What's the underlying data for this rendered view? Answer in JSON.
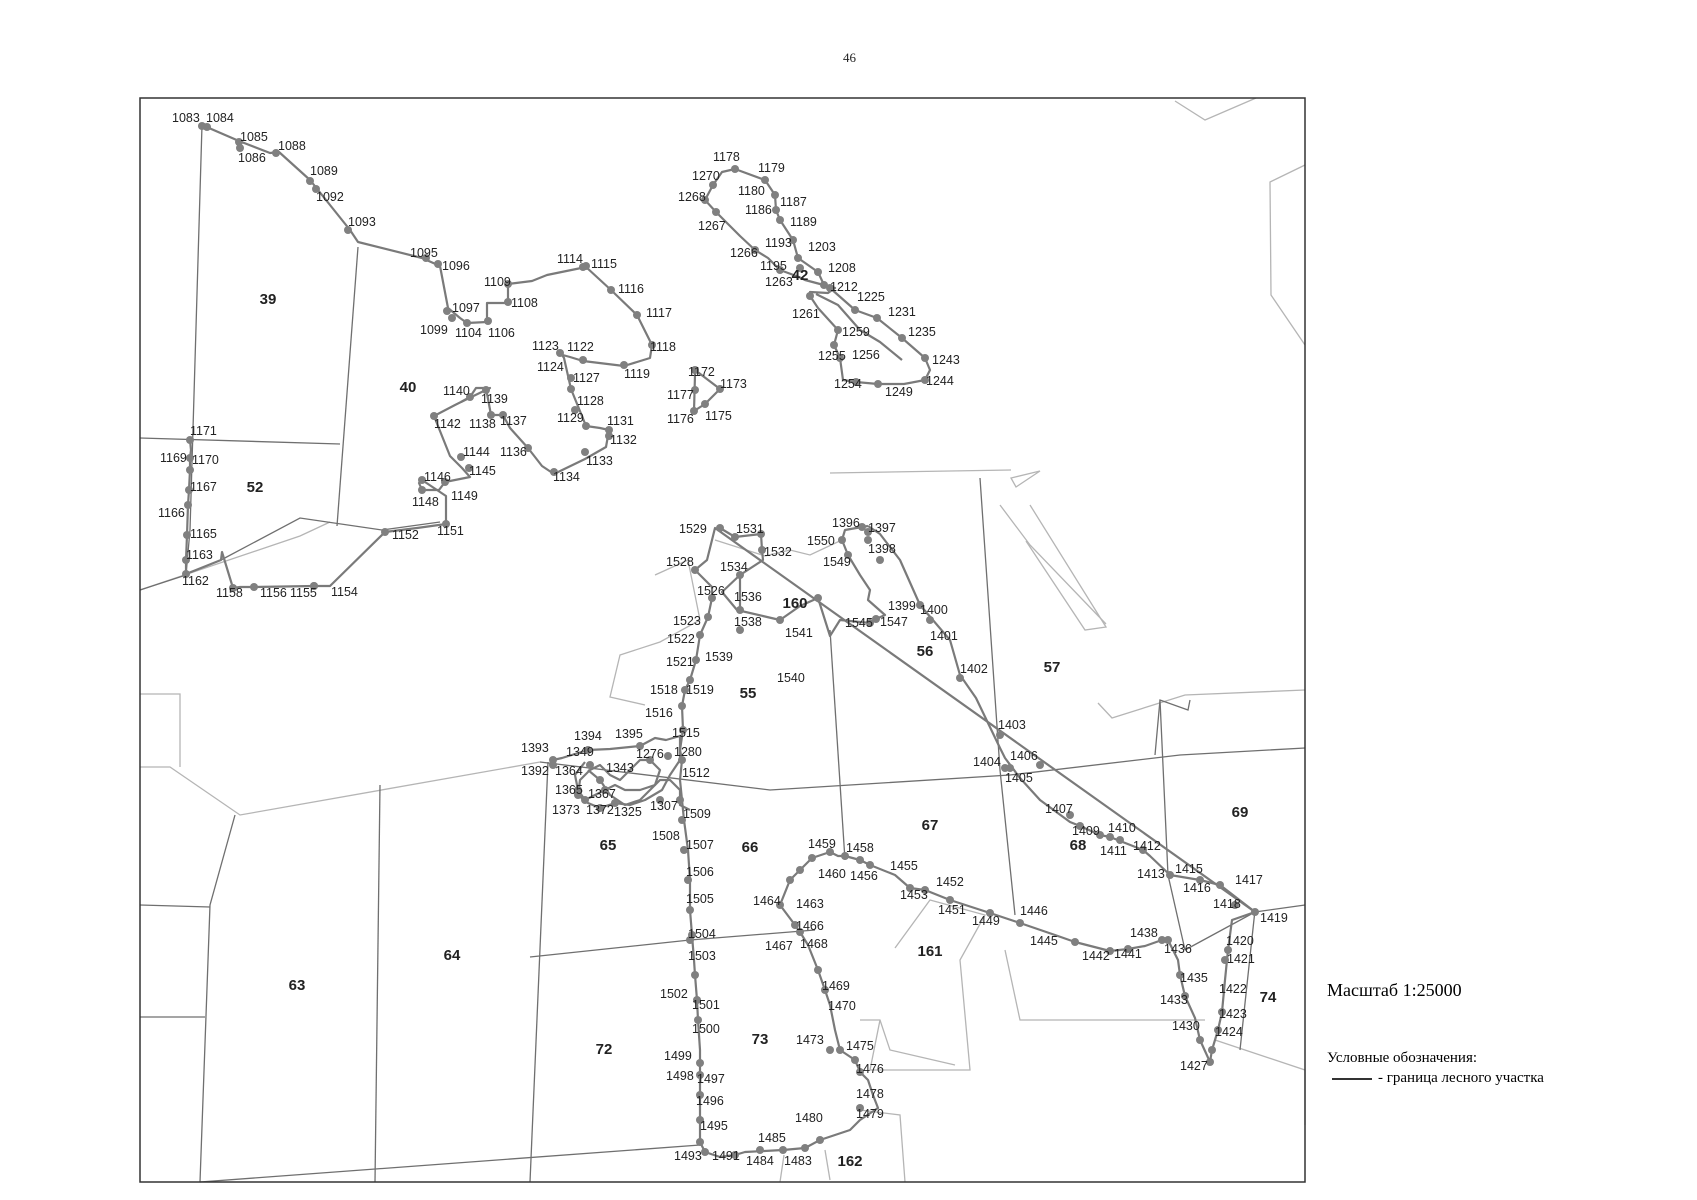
{
  "page_number": "46",
  "legend": {
    "scale": "Масштаб 1:25000",
    "title": "Условные обозначения:",
    "boundary_label": "- граница лесного участка"
  },
  "colors": {
    "frame": "#333333",
    "grid": "#777777",
    "light_line": "#b0b0b0",
    "route": "#7a7a7a",
    "point": "#808080"
  },
  "map": {
    "quarters": [
      "39",
      "40",
      "42",
      "52",
      "55",
      "56",
      "57",
      "63",
      "64",
      "65",
      "66",
      "67",
      "68",
      "69",
      "72",
      "73",
      "74",
      "160",
      "161",
      "162"
    ],
    "route_groups": [
      {
        "name": "northwest",
        "points": [
          "1083",
          "1084",
          "1085",
          "1086",
          "1088",
          "1089",
          "1092",
          "1093",
          "1095",
          "1096",
          "1097",
          "1099",
          "1104",
          "1106",
          "1108",
          "1109",
          "1114",
          "1115",
          "1116",
          "1117",
          "1118",
          "1119",
          "1122",
          "1123",
          "1124",
          "1127",
          "1128",
          "1129",
          "1131",
          "1132",
          "1133",
          "1134",
          "1136",
          "1137",
          "1138",
          "1139",
          "1140",
          "1142",
          "1144",
          "1145",
          "1146",
          "1148",
          "1149",
          "1151",
          "1152",
          "1154",
          "1155",
          "1156",
          "1158",
          "1162",
          "1163",
          "1165",
          "1166",
          "1167",
          "1169",
          "1170",
          "1171"
        ]
      },
      {
        "name": "small-loop",
        "points": [
          "1172",
          "1173",
          "1175",
          "1176",
          "1177"
        ]
      },
      {
        "name": "quarter-42",
        "points": [
          "1178",
          "1179",
          "1180",
          "1186",
          "1187",
          "1189",
          "1193",
          "1195",
          "1203",
          "1208",
          "1212",
          "1225",
          "1231",
          "1235",
          "1243",
          "1244",
          "1249",
          "1254",
          "1255",
          "1256",
          "1259",
          "1261",
          "1263",
          "1266",
          "1267",
          "1268",
          "1270"
        ]
      },
      {
        "name": "central",
        "points": [
          "1276",
          "1280",
          "1307",
          "1325",
          "1343",
          "1349",
          "1364",
          "1365",
          "1367",
          "1372",
          "1373",
          "1392",
          "1393",
          "1394",
          "1395",
          "1396",
          "1397",
          "1398",
          "1399",
          "1400",
          "1401",
          "1402",
          "1403",
          "1404",
          "1405",
          "1406",
          "1407",
          "1409",
          "1410",
          "1411",
          "1412",
          "1413",
          "1415",
          "1416",
          "1417",
          "1418",
          "1419",
          "1420",
          "1421",
          "1422",
          "1423",
          "1424",
          "1427",
          "1430",
          "1433",
          "1435",
          "1436",
          "1438",
          "1441",
          "1442",
          "1445",
          "1446",
          "1449",
          "1451",
          "1452",
          "1453",
          "1455",
          "1456",
          "1458",
          "1459",
          "1460",
          "1463",
          "1464",
          "1466",
          "1467",
          "1468",
          "1469",
          "1470",
          "1473",
          "1475",
          "1476",
          "1478",
          "1479",
          "1480",
          "1483",
          "1484",
          "1485",
          "1491",
          "1493",
          "1495",
          "1496",
          "1497",
          "1498",
          "1499",
          "1500",
          "1501",
          "1502",
          "1503",
          "1504",
          "1505",
          "1506",
          "1507",
          "1508",
          "1509",
          "1512",
          "1515",
          "1516",
          "1518",
          "1519",
          "1521",
          "1522",
          "1523",
          "1526",
          "1528",
          "1529",
          "1531",
          "1532",
          "1534",
          "1536",
          "1538",
          "1539",
          "1540",
          "1541",
          "1545",
          "1547",
          "1549",
          "1550"
        ]
      }
    ]
  }
}
